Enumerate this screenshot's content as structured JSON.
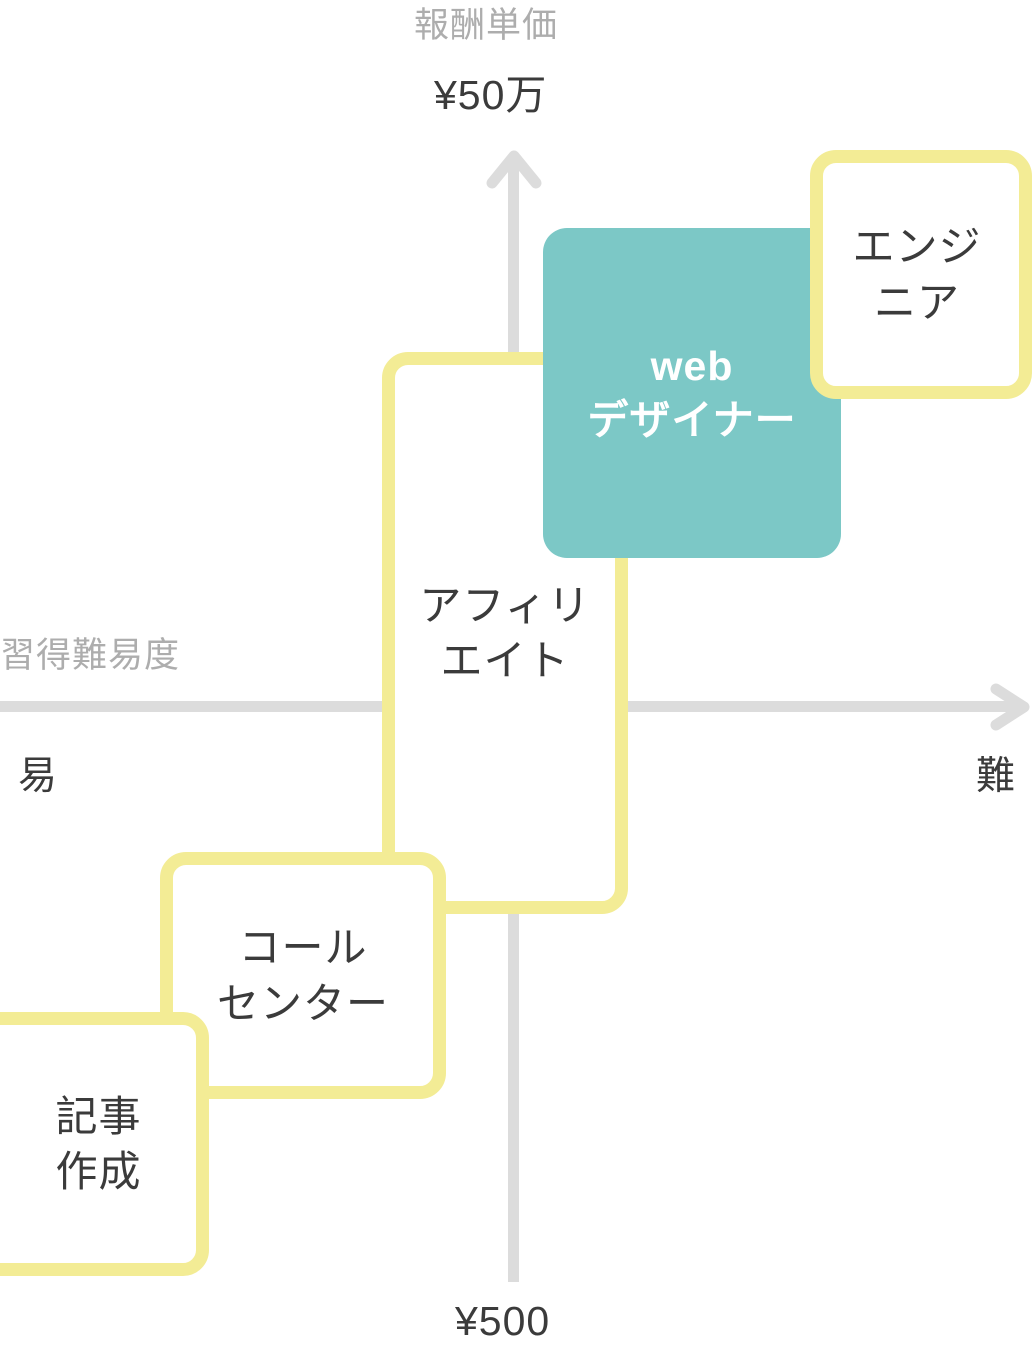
{
  "chart_data": {
    "type": "scatter",
    "title": "",
    "xlabel": "習得難易度",
    "ylabel": "報酬単価",
    "x_tick_labels": [
      "易",
      "難"
    ],
    "y_tick_labels": [
      "¥500",
      "¥50万"
    ],
    "ylim": [
      "¥500",
      "¥50万"
    ],
    "xlim": [
      "易",
      "難"
    ],
    "grid": false,
    "legend": "none",
    "annotations": [
      {
        "label": "記事作成",
        "difficulty": "very-low",
        "pay": "very-low",
        "style": "outline"
      },
      {
        "label": "コールセンター",
        "difficulty": "low",
        "pay": "low",
        "style": "outline"
      },
      {
        "label": "アフィリエイト",
        "difficulty": "medium",
        "pay": "wide-range",
        "style": "outline"
      },
      {
        "label": "webデザイナー",
        "difficulty": "high",
        "pay": "high",
        "style": "filled"
      },
      {
        "label": "エンジニア",
        "difficulty": "very-high",
        "pay": "very-high",
        "style": "outline"
      }
    ]
  },
  "axes": {
    "y_title": "報酬単価",
    "y_max_label": "¥50万",
    "y_min_label": "¥500",
    "x_title": "習得難易度",
    "x_left_label": "易",
    "x_right_label": "難"
  },
  "boxes": {
    "affiliate": {
      "line1": "アフィリ",
      "line2": "エイト"
    },
    "callcenter": {
      "line1": "コール",
      "line2": "センター"
    },
    "article": {
      "line1": "記事",
      "line2": "作成"
    },
    "webdesigner": {
      "line1": "web",
      "line2": "デザイナー"
    },
    "engineer": {
      "line1": "エンジ",
      "line2": "ニア"
    }
  },
  "colors": {
    "accent_teal": "#7cc8c6",
    "accent_yellow": "#f3ec95",
    "axis_gray": "#dcdcdc",
    "text_dark": "#3b3b3b",
    "text_muted": "#adadad"
  }
}
